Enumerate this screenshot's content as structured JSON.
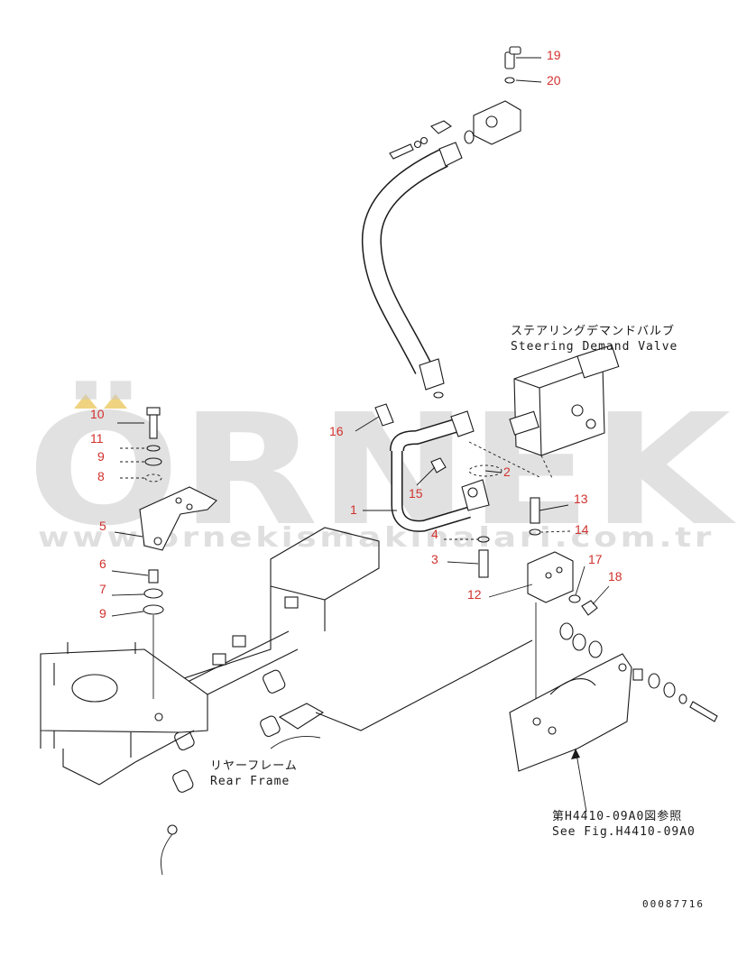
{
  "callouts": [
    {
      "id": "c19",
      "text": "19"
    },
    {
      "id": "c20",
      "text": "20"
    },
    {
      "id": "c10",
      "text": "10"
    },
    {
      "id": "c11",
      "text": "11"
    },
    {
      "id": "c9a",
      "text": "9"
    },
    {
      "id": "c8",
      "text": "8"
    },
    {
      "id": "c16",
      "text": "16"
    },
    {
      "id": "c1",
      "text": "1"
    },
    {
      "id": "c2",
      "text": "2"
    },
    {
      "id": "c15",
      "text": "15"
    },
    {
      "id": "c5",
      "text": "5"
    },
    {
      "id": "c13",
      "text": "13"
    },
    {
      "id": "c4",
      "text": "4"
    },
    {
      "id": "c14",
      "text": "14"
    },
    {
      "id": "c3",
      "text": "3"
    },
    {
      "id": "c17",
      "text": "17"
    },
    {
      "id": "c6",
      "text": "6"
    },
    {
      "id": "c18",
      "text": "18"
    },
    {
      "id": "c12",
      "text": "12"
    },
    {
      "id": "c7",
      "text": "7"
    },
    {
      "id": "c9b",
      "text": "9"
    }
  ],
  "labels": {
    "steering_jp": "ステアリングデマンドバルブ",
    "steering_en": "Steering Demand Valve",
    "rear_jp": "リヤーフレーム",
    "rear_en": "Rear Frame",
    "see_fig_jp": "第H4410-09A0図参照",
    "see_fig_en": "See Fig.H4410-09A0",
    "drawing_no": "00087716"
  },
  "watermark": {
    "brand": "ÖRNEK",
    "url": "www.ornekismakinalari.com.tr"
  },
  "colors": {
    "callout": "#d0312d",
    "line": "#1a1a1a",
    "watermark": "#c9c9c9",
    "accent": "#e8c04a"
  }
}
